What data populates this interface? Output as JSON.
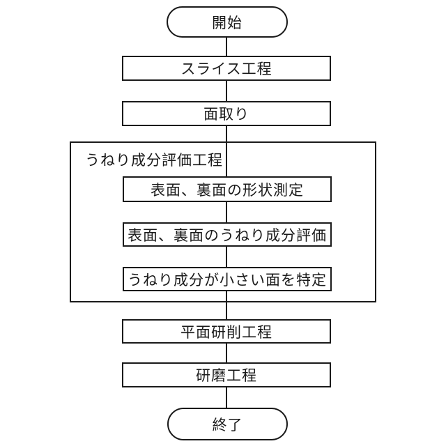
{
  "flowchart": {
    "start_label": "開始",
    "steps": {
      "slice": "スライス工程",
      "chamfer": "面取り",
      "surface_grinding": "平面研削工程",
      "polishing": "研磨工程"
    },
    "waviness_group": {
      "label": "うねり成分評価工程",
      "steps": [
        "表面、裏面の形状測定",
        "表面、裏面のうねり成分評価",
        "うねり成分が小さい面を特定"
      ]
    },
    "end_label": "終了",
    "colors": {
      "line": "#1a1a1a",
      "background": "#ffffff"
    }
  }
}
